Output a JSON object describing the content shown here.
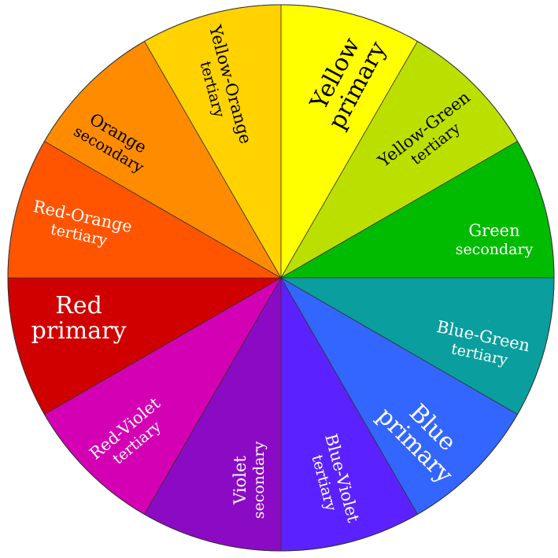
{
  "title": "Color Wheel",
  "segments": [
    {
      "name": "Yellow",
      "type": "primary",
      "color": "#FFFF00",
      "text_color": "#000000"
    },
    {
      "name": "Yellow-Green",
      "type": "tertiary",
      "color": "#BBE000",
      "text_color": "#000000"
    },
    {
      "name": "Green",
      "type": "secondary",
      "color": "#00BB00",
      "text_color": "#FFFFFF"
    },
    {
      "name": "Blue-Green",
      "type": "tertiary",
      "color": "#0A9E9E",
      "text_color": "#FFFFFF"
    },
    {
      "name": "Blue",
      "type": "primary",
      "color": "#3366FF",
      "text_color": "#FFFFFF"
    },
    {
      "name": "Blue-Violet",
      "type": "tertiary",
      "color": "#5B22FF",
      "text_color": "#FFFFFF"
    },
    {
      "name": "Violet",
      "type": "secondary",
      "color": "#8B0BC4",
      "text_color": "#FFFFFF"
    },
    {
      "name": "Red-Violet",
      "type": "tertiary",
      "color": "#D400B4",
      "text_color": "#FFFFFF"
    },
    {
      "name": "Red",
      "type": "primary",
      "color": "#D10000",
      "text_color": "#FFFFFF"
    },
    {
      "name": "Red-Orange",
      "type": "tertiary",
      "color": "#FF5500",
      "text_color": "#FFFFFF"
    },
    {
      "name": "Orange",
      "type": "secondary",
      "color": "#FF8C00",
      "text_color": "#000000"
    },
    {
      "name": "Yellow-Orange",
      "type": "tertiary",
      "color": "#FFD200",
      "text_color": "#000000"
    }
  ]
}
